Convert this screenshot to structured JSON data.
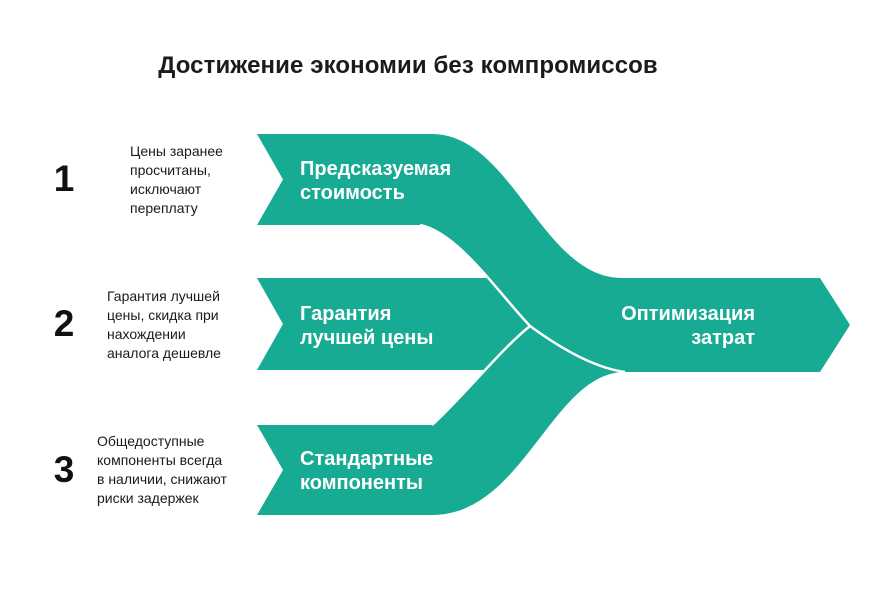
{
  "title": "Достижение экономии без компромиссов",
  "theme": {
    "accent": "#17AB93",
    "text": "#1b1b1b",
    "label_text": "#ffffff",
    "background": "#ffffff"
  },
  "items": [
    {
      "number": "1",
      "description": "Цены заранее\nпросчитаны,\nисключают\nпереплату",
      "arrow_label": "Предсказуемая\nстоимость"
    },
    {
      "number": "2",
      "description": "Гарантия лучшей\nцены, скидка при\nнахождении\nаналога дешевле",
      "arrow_label": "Гарантия\nлучшей цены"
    },
    {
      "number": "3",
      "description": "Общедоступные\nкомпоненты всегда\nв наличии, снижают\nриски задержек",
      "arrow_label": "Стандартные\nкомпоненты"
    }
  ],
  "result": {
    "label": "Оптимизация\nзатрат"
  }
}
